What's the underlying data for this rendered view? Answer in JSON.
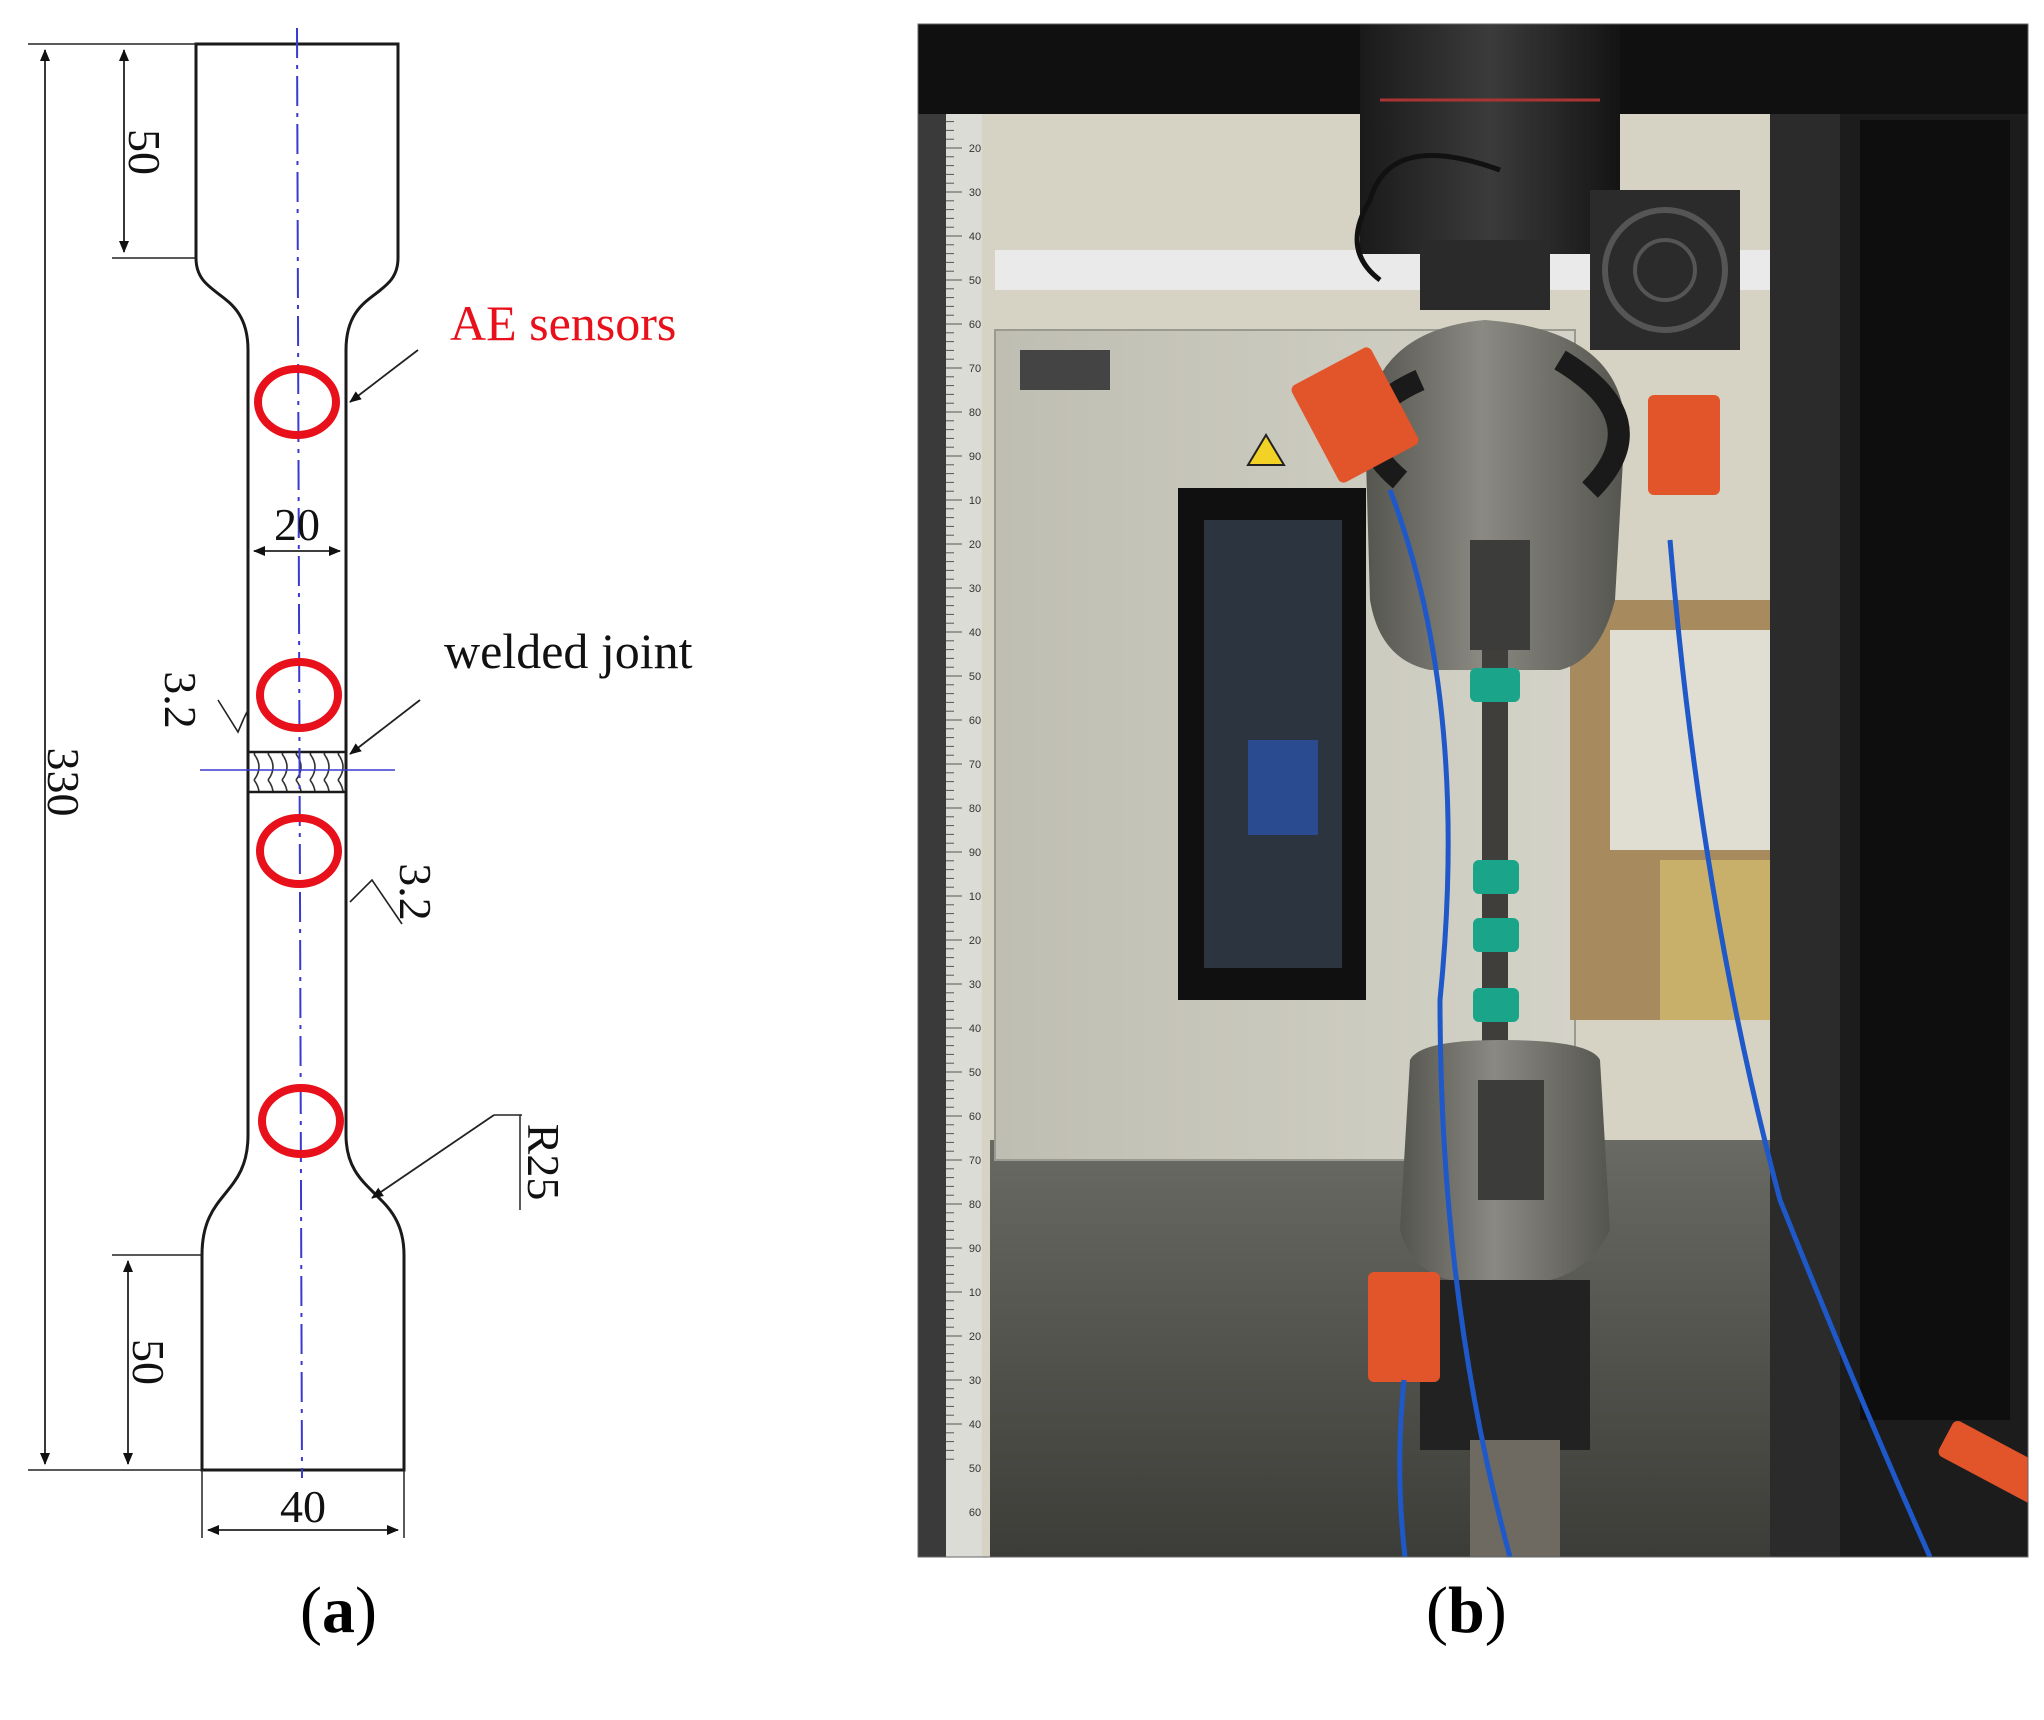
{
  "panel_a": {
    "dimensions": {
      "total_length": "330",
      "grip_top": "50",
      "grip_bottom": "50",
      "gauge_width": "20",
      "grip_width": "40",
      "fillet_radius": "R25",
      "roughness_upper": "3.2",
      "roughness_lower": "3.2"
    },
    "labels": {
      "sensors": "AE sensors",
      "joint": "welded joint"
    },
    "colors": {
      "sensor": "#e8101a",
      "centerline": "#3a3ad0",
      "outline": "#1a1a1a"
    }
  },
  "panel_b": {
    "ruler_numbers": [
      "10",
      "20",
      "30",
      "40",
      "50",
      "60",
      "70",
      "80",
      "90",
      "10",
      "20",
      "30",
      "40",
      "50",
      "60",
      "70",
      "80",
      "90",
      "10",
      "20",
      "30",
      "40",
      "50",
      "60",
      "70",
      "80",
      "90",
      "10",
      "20",
      "30",
      "40",
      "50",
      "60"
    ],
    "colors": {
      "sensor_body": "#e2542a",
      "cable": "#1f58c8",
      "grip": "#6f6e68",
      "cabinet": "#c9c8bd",
      "specimen_tape": "#1aa58a"
    }
  },
  "captions": {
    "a": {
      "open": "(",
      "letter": "a",
      "close": ")"
    },
    "b": {
      "open": "(",
      "letter": "b",
      "close": ")"
    }
  }
}
